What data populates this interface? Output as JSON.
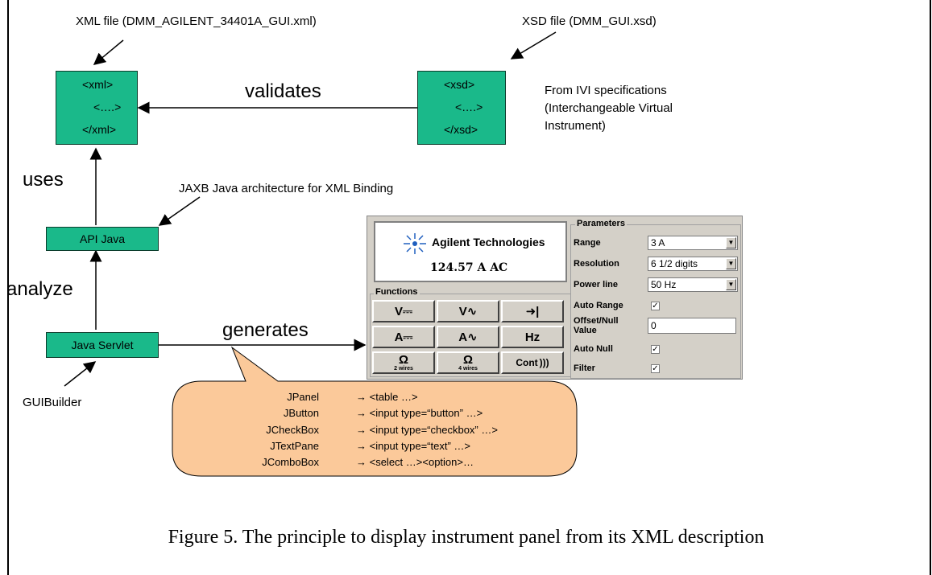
{
  "labels": {
    "xml_file": "XML file (DMM_AGILENT_34401A_GUI.xml)",
    "xsd_file": "XSD file (DMM_GUI.xsd)",
    "validates": "validates",
    "ivi_note_1": "From IVI specifications",
    "ivi_note_2": "(Interchangeable Virtual",
    "ivi_note_3": "Instrument)",
    "uses": "uses",
    "jaxb": "JAXB Java architecture for XML Binding",
    "analyze": "analyze",
    "generates": "generates",
    "guibuilder": "GUIBuilder"
  },
  "boxes": {
    "xml": [
      "<xml>",
      "<….>",
      "</xml>"
    ],
    "xsd": [
      "<xsd>",
      "<….>",
      "</xsd>"
    ],
    "api_java": "API Java",
    "java_servlet": "Java Servlet"
  },
  "panel": {
    "brand": "Agilent Technologies",
    "reading": "124.57 A AC",
    "functions_title": "Functions",
    "buttons": [
      "V⎓",
      "V∿",
      "➜|",
      "A⎓",
      "A∿",
      "Hz",
      "Ω",
      "Ω",
      "Cont"
    ],
    "button_sub": [
      "",
      "",
      "",
      "",
      "",
      "",
      "2 wires",
      "4 wires",
      ""
    ],
    "parameters_title": "Parameters",
    "range_label": "Range",
    "range_value": "3 A",
    "resolution_label": "Resolution",
    "resolution_value": "6 1/2 digits",
    "powerline_label": "Power line",
    "powerline_value": "50 Hz",
    "autorange_label": "Auto Range",
    "offset_label_1": "Offset/Null",
    "offset_label_2": "Value",
    "offset_value": "0",
    "autonull_label": "Auto Null",
    "filter_label": "Filter",
    "check_mark": "✓"
  },
  "mapping": [
    {
      "java": "JPanel",
      "html": "→ <table …>"
    },
    {
      "java": "JButton",
      "html": "→ <input type=“button” …>"
    },
    {
      "java": "JCheckBox",
      "html": "→ <input type=“checkbox” …>"
    },
    {
      "java": "JTextPane",
      "html": "→ <input type=“text” …>"
    },
    {
      "java": "JComboBox",
      "html": "→ <select …><option>…"
    }
  ],
  "caption": "Figure 5. The principle to display instrument panel from its XML description",
  "colors": {
    "box_green": "#1ab98a",
    "bubble_fill": "#fbc99a",
    "panel_gray": "#d4d0c8",
    "agilent_blue": "#1f5fbf"
  }
}
